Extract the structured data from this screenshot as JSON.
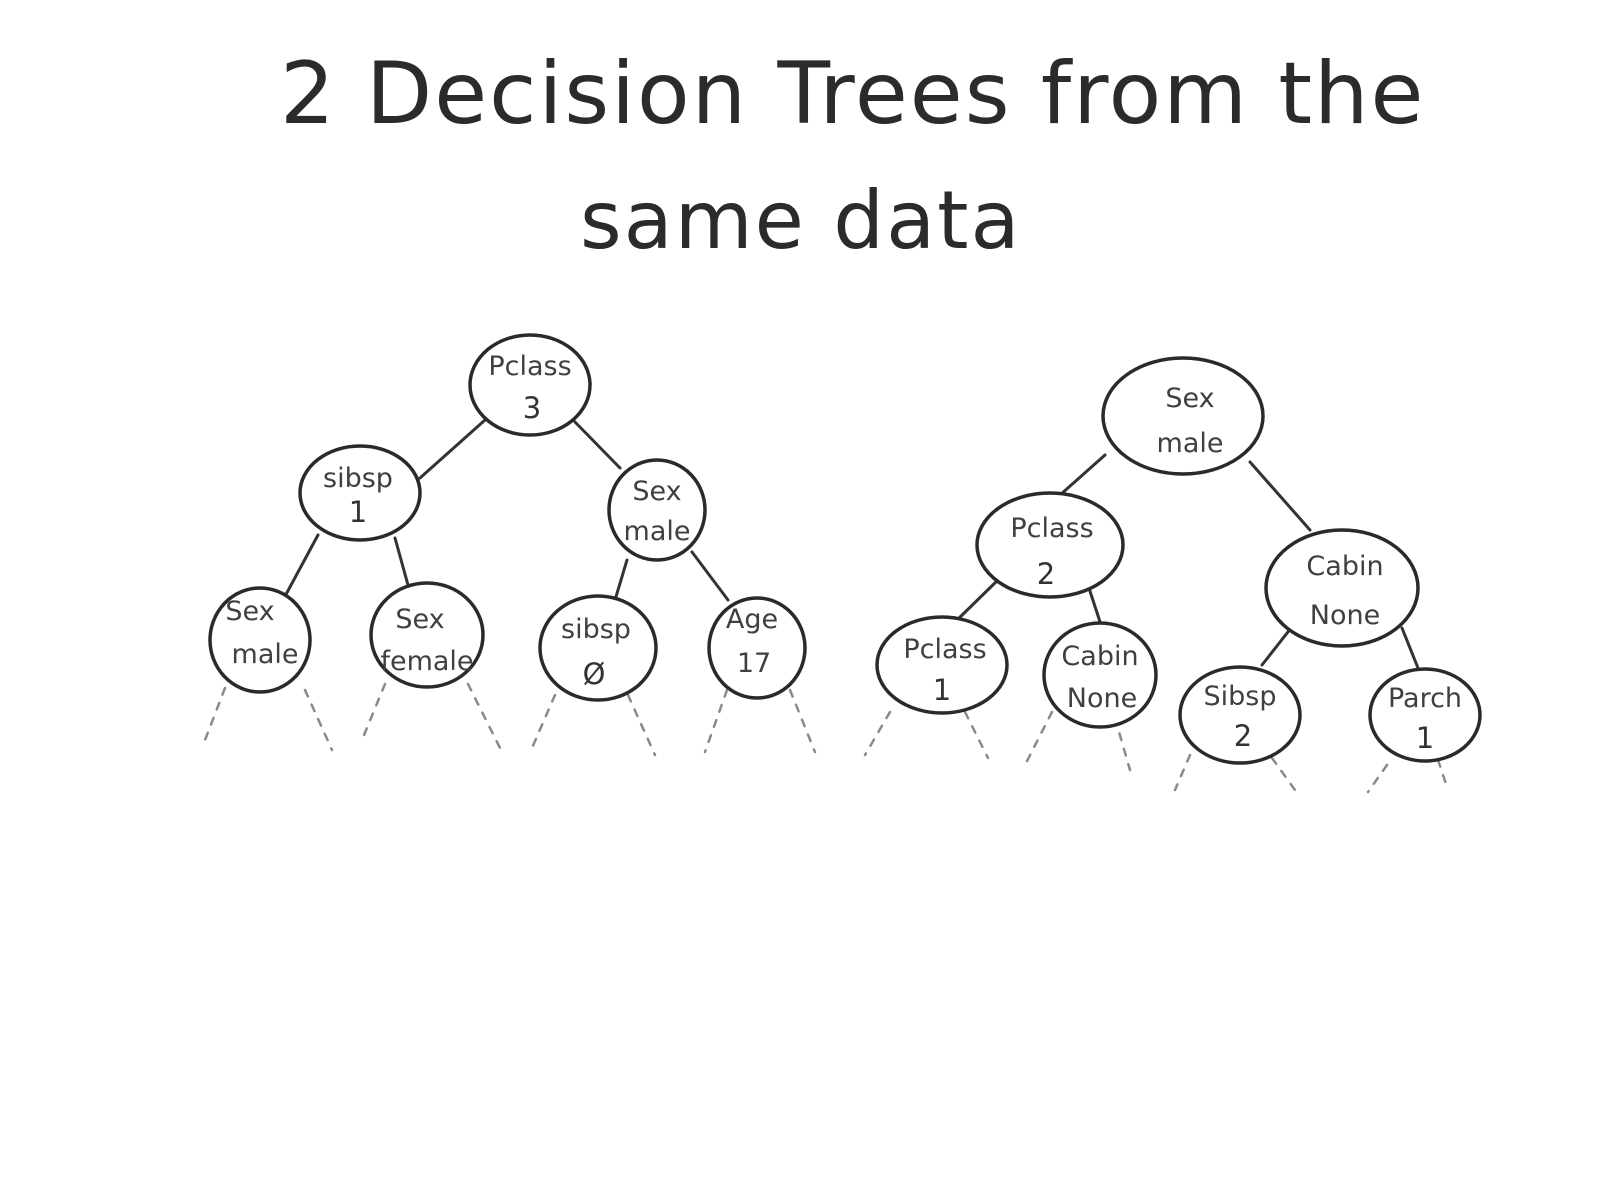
{
  "title": {
    "line1": "2 Decision Trees from the",
    "line2": "same data"
  },
  "trees": [
    {
      "nodes": [
        {
          "id": "root",
          "feature": "Pclass",
          "value": "3"
        },
        {
          "id": "l",
          "feature": "sibsp",
          "value": "1"
        },
        {
          "id": "r",
          "feature": "Sex",
          "value": "male"
        },
        {
          "id": "ll",
          "feature": "Sex",
          "value": "male"
        },
        {
          "id": "lr",
          "feature": "Sex",
          "value": "female"
        },
        {
          "id": "rl",
          "feature": "sibsp",
          "value": "Ø"
        },
        {
          "id": "rr",
          "feature": "Age",
          "value": "17"
        }
      ]
    },
    {
      "nodes": [
        {
          "id": "root",
          "feature": "Sex",
          "value": "male"
        },
        {
          "id": "l",
          "feature": "Pclass",
          "value": "2"
        },
        {
          "id": "r",
          "feature": "Cabin",
          "value": "None"
        },
        {
          "id": "ll",
          "feature": "Pclass",
          "value": "1"
        },
        {
          "id": "lr",
          "feature": "Cabin",
          "value": "None"
        },
        {
          "id": "rl",
          "feature": "Sibsp",
          "value": "2"
        },
        {
          "id": "rr",
          "feature": "Parch",
          "value": "1"
        }
      ]
    }
  ]
}
